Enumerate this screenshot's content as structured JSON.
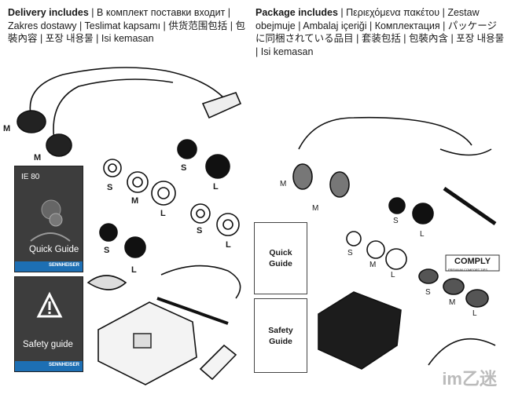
{
  "left": {
    "heading_bold": "Delivery includes",
    "heading_rest": " | В комплект поставки входит | Zakres dostawy | Teslimat kapsamı | 供货范围包括 | 包裝內容 | 포장 내용물 | Isi kemasan",
    "product_name": "IE 80",
    "quick_guide": "Quick Guide",
    "safety_guide": "Safety guide",
    "brand": "SENNHEISER",
    "size_labels": [
      "M",
      "M",
      "S",
      "L",
      "S",
      "M",
      "L",
      "S",
      "L",
      "S",
      "L"
    ]
  },
  "right": {
    "heading_bold": "Package includes",
    "heading_rest": " | Περιεχόμενα πακέτου | Zestaw obejmuje | Ambalaj içeriği | Комплектация | パッケージに同梱されている品目 | 套装包括 | 包裝內含 | 포장 내용물 | Isi kemasan",
    "quick_guide": "Quick\nGuide",
    "safety_guide": "Safety\nGuide",
    "comply_logo": "COMPLY",
    "comply_sub": "PREMIUM COMFORT TIPS",
    "size_labels": [
      "M",
      "M",
      "S",
      "L",
      "S",
      "M",
      "L",
      "S",
      "M",
      "L"
    ]
  },
  "watermark": "im乙迷"
}
